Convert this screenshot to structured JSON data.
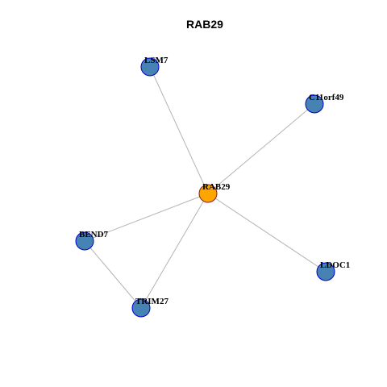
{
  "title": "RAB29",
  "colors": {
    "center_fill": "#FFA500",
    "center_stroke": "#8B1A1A",
    "neighbor_fill": "#4682B4",
    "neighbor_stroke": "#0000CD",
    "edge": "#B3B3B3"
  },
  "nodes": [
    {
      "id": "RAB29",
      "label": "RAB29",
      "role": "center"
    },
    {
      "id": "LSM7",
      "label": "LSM7",
      "role": "neighbor"
    },
    {
      "id": "C11orf49",
      "label": "C11orf49",
      "role": "neighbor"
    },
    {
      "id": "BEND7",
      "label": "BEND7",
      "role": "neighbor"
    },
    {
      "id": "LDOC1",
      "label": "LDOC1",
      "role": "neighbor"
    },
    {
      "id": "TRIM27",
      "label": "TRIM27",
      "role": "neighbor"
    }
  ],
  "edges": [
    {
      "source": "RAB29",
      "target": "LSM7"
    },
    {
      "source": "RAB29",
      "target": "C11orf49"
    },
    {
      "source": "RAB29",
      "target": "BEND7"
    },
    {
      "source": "RAB29",
      "target": "LDOC1"
    },
    {
      "source": "RAB29",
      "target": "TRIM27"
    },
    {
      "source": "BEND7",
      "target": "TRIM27"
    }
  ]
}
